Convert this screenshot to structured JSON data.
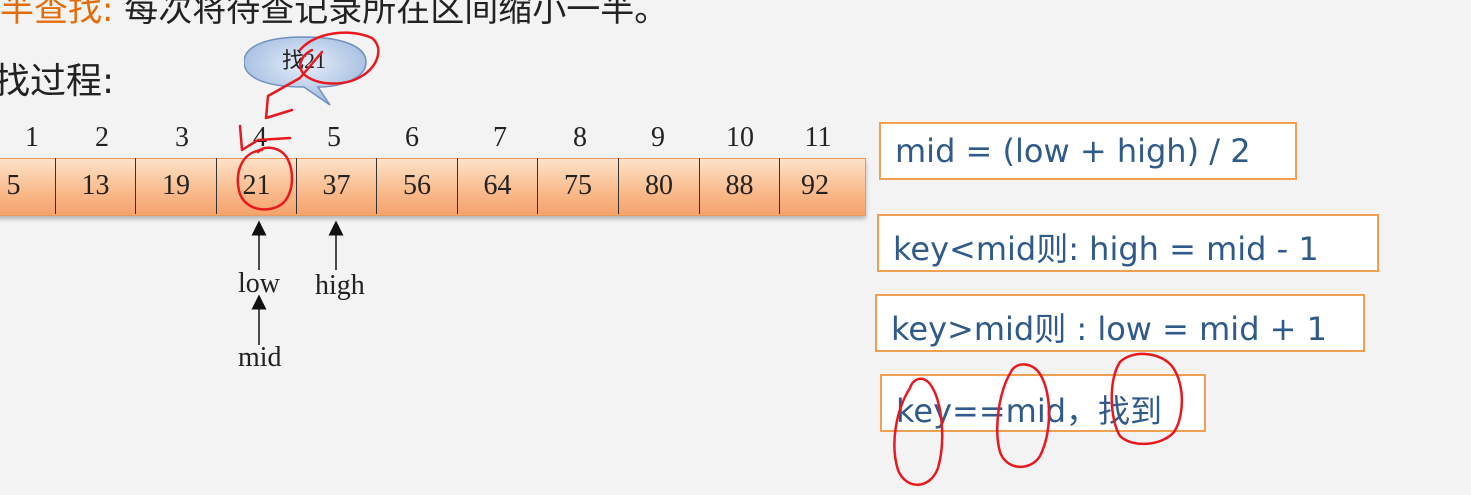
{
  "heading": {
    "accent_text": "半查找:",
    "text": "每次将待查记录所在区间缩小一半。"
  },
  "subheading": "找过程:",
  "bubble": {
    "text": "找21"
  },
  "array": {
    "indices": [
      "1",
      "2",
      "3",
      "4",
      "5",
      "6",
      "7",
      "8",
      "9",
      "10",
      "11"
    ],
    "values": [
      "5",
      "13",
      "19",
      "21",
      "37",
      "56",
      "64",
      "75",
      "80",
      "88",
      "92"
    ]
  },
  "pointers": {
    "low": "low",
    "high": "high",
    "mid": "mid"
  },
  "rules": [
    "mid = (low + high) / 2",
    "key<mid则: high = mid - 1",
    "key>mid则 : low = mid + 1",
    "key==mid，找到"
  ],
  "colors": {
    "accent": "#e36c09",
    "rule_border": "#f0a050",
    "rule_text": "#2f5a8a",
    "annotation": "#e8191e"
  }
}
